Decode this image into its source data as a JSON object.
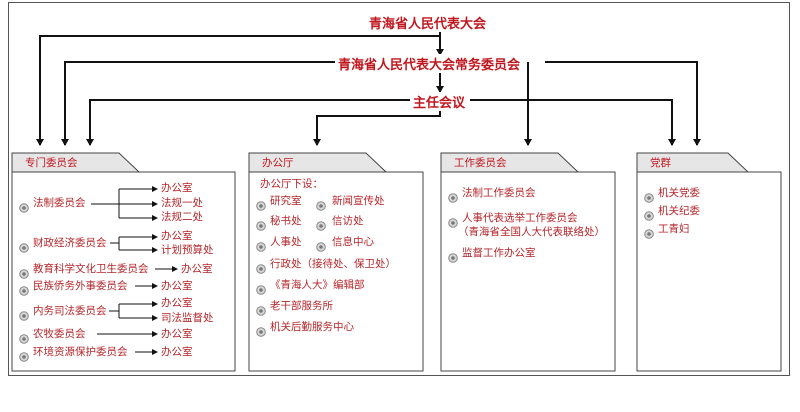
{
  "top": {
    "congress": "青海省人民代表大会",
    "standing": "青海省人民代表大会常务委员会",
    "director": "主任会议"
  },
  "panels": {
    "special": {
      "title": "专门委员会",
      "committees": [
        {
          "name": "法制委员会",
          "subs": [
            "办公室",
            "法规一处",
            "法规二处"
          ]
        },
        {
          "name": "财政经济委员会",
          "subs": [
            "办公室",
            "计划预算处"
          ]
        },
        {
          "name": "教育科学文化卫生委员会",
          "subs": [
            "办公室"
          ]
        },
        {
          "name": "民族侨务外事委员会",
          "subs": [
            "办公室"
          ]
        },
        {
          "name": "内务司法委员会",
          "subs": [
            "办公室",
            "司法监督处"
          ]
        },
        {
          "name": "农牧委员会",
          "subs": [
            "办公室"
          ]
        },
        {
          "name": "环境资源保护委员会",
          "subs": [
            "办公室"
          ]
        }
      ]
    },
    "office": {
      "title": "办公厅",
      "intro": "办公厅下设：",
      "items": [
        "研究室",
        "新闻宣传处",
        "秘书处",
        "信访处",
        "人事处",
        "信息中心",
        "行政处（接待处、保卫处）",
        "《青海人大》编辑部",
        "老干部服务所",
        "机关后勤服务中心"
      ]
    },
    "work": {
      "title": "工作委员会",
      "items": [
        "法制工作委员会",
        "人事代表选举工作委员会",
        "（青海省全国人大代表联络处）",
        "监督工作办公室"
      ]
    },
    "party": {
      "title": "党群",
      "items": [
        "机关党委",
        "机关纪委",
        "工青妇"
      ]
    }
  }
}
